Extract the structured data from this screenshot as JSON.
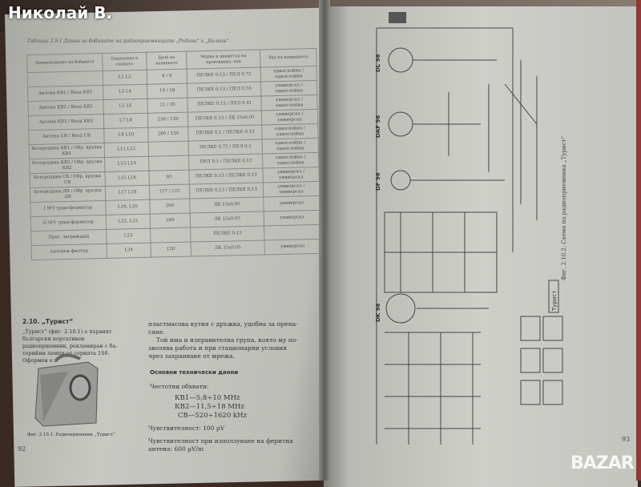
{
  "watermark": "Николай В.",
  "logo": "BAZAR",
  "left_page": {
    "table_title": "Таблица 2.9.1 Данни за бобините на радиоприемниците „Родина“ и „Балкан“",
    "headers": [
      "Наименование на бобината",
      "Означение в схемата",
      "Брой на навивките",
      "Марка и диаметър на проводника, mm",
      "Вид на навиването"
    ],
    "rows": [
      [
        "",
        "L1 L2",
        "8 / 9",
        "ПЕЛКЕ 0,13 / ПЕЛ 0,72",
        "еднослойна / еднослойна"
      ],
      [
        "Антена КВ1 / Вход КВ1",
        "L3 L4",
        "14 / 18",
        "ПЕЛКЕ 0,13 / ПЕЛ 0,56",
        "универсал / еднослойна"
      ],
      [
        "Антена КВ2 / Вход КВ2",
        "L5 L6",
        "21 / 26",
        "ПЕЛКЕ 0,13 / ПЕЛ 0,41",
        "универсал / еднослойна"
      ],
      [
        "Антена КВ3 / Вход КВ3",
        "L7 L8",
        "230 / 120",
        "ПЕЛКЕ 0,13 / ЛК 15х0,05",
        "универсал / универсал"
      ],
      [
        "Антена СВ / Вход СВ",
        "L9 L10",
        "280 / 130",
        "ПЕЛКЕ 0,1 / ПЕЛКЕ 0,13",
        "еднослойна / еднослойна"
      ],
      [
        "Хетеродина КВ1 / Обр. връзка КВ1",
        "L11 L12",
        "",
        "ПЕЛКЕ 0,72 / ПЕЛ 0,5",
        "еднослойна / еднослойна"
      ],
      [
        "Хетеродина КВ2 / Обр. връзка КВ2",
        "L13 L14",
        "",
        "ПЕЛ 0,5 / ПЕЛКЕ 0,13",
        "еднослойна / еднослойна"
      ],
      [
        "Хетеродина СВ / Обр. връзка СВ",
        "L15 L16",
        "85",
        "ПЕЛКЕ 0,13 / ПЕЛКЕ 0,13",
        "универсал / универсал"
      ],
      [
        "Хетеродина ДВ / Обр. връзка ДВ",
        "L17 L18",
        "157 / 125",
        "ПЕЛКЕ 0,13 / ПЕЛКЕ 0,13",
        "универсал / универсал"
      ],
      [
        "I МЧ трансформатор",
        "L19, L20",
        "260",
        "ЛК 15х0,05",
        "универсал"
      ],
      [
        "II МЧ трансформатор",
        "L21, L22",
        "260",
        "ЛК 15х0,05",
        "универсал"
      ],
      [
        "Праг. заграждащ",
        "L23",
        "",
        "ПЕЛКЕ 0,13",
        ""
      ],
      [
        "Антенен филтър",
        "L24",
        "120",
        "ЛК 15х0,05",
        "универсал"
      ]
    ],
    "section_title": "2.10. „Турист“",
    "intro": "„Турист“ (фиг. 2.10.1) е първият български портативен радиоприемник, реклами­ран с ба­терийни лампи от серията 1S6. Оформен е в",
    "figure_caption": "Фиг. 2.10.1. Радиоприемник „Турист“",
    "col2_para1": "пластмасова кутия с дръжка, удобна за прена­сяне.",
    "col2_para2": "Той има и изправителна група, която му по­зволява работа и при стационарни условия чрез захранване от мрежа.",
    "specs_title": "Основни технически данни",
    "freq_label": "Честотни обхвати:",
    "freq_ranges": [
      "КВ1—5,8÷10 MHz",
      "КВ2—11,5÷18 MHz",
      "СВ—520÷1620 kHz"
    ],
    "sensitivity": "Чувствителност: 100 µV",
    "sensitivity_ferrite": "Чувствителност при използуване на феритна антена: 600 µV/m",
    "page_number": "92"
  },
  "right_page": {
    "tubes": [
      "DL 96",
      "DAF 96",
      "DF 96",
      "DK 96"
    ],
    "caption": "Фиг. 2.10.2. Схема на радиоприемника „Турист“",
    "label_box": "Турист",
    "page_number": "93"
  }
}
